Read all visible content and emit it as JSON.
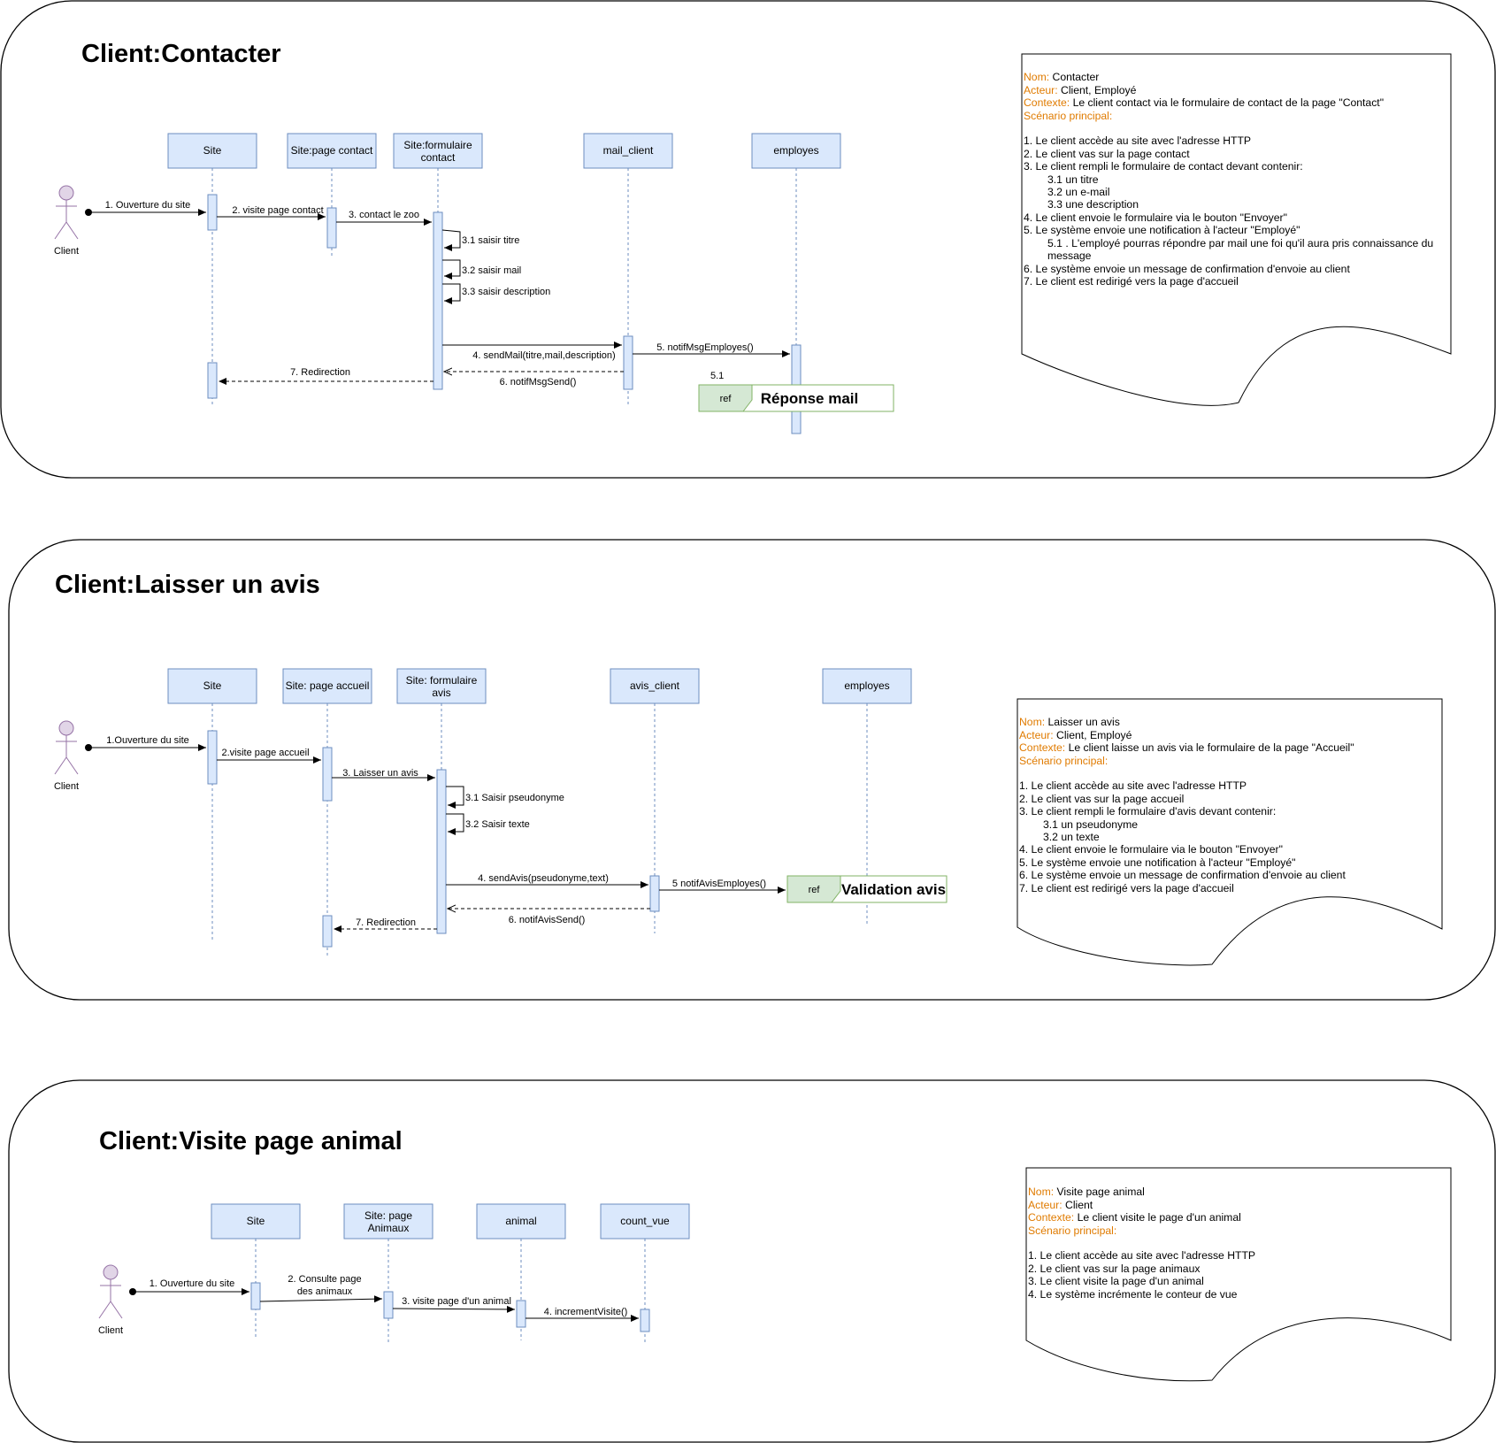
{
  "diagrams": [
    {
      "title": "Client:Contacter",
      "actor": "Client",
      "lifelines": [
        "Site",
        "Site:page contact",
        "Site:formulaire contact",
        "mail_client",
        "employes"
      ],
      "messages": [
        "1. Ouverture du site",
        "2. visite page contact",
        "3. contact le zoo",
        "3.1 saisir titre",
        "3.2 saisir mail",
        "3.3 saisir description",
        "4. sendMail(titre,mail,description)",
        "5. notifMsgEmployes()",
        "6. notifMsgSend()",
        "7. Redirection"
      ],
      "ref": {
        "step": "5.1",
        "tag": "ref",
        "name": "Réponse mail"
      },
      "note": {
        "nom_label": "Nom:",
        "nom": "Contacter",
        "acteur_label": "Acteur:",
        "acteur": "Client, Employé",
        "contexte_label": "Contexte:",
        "contexte": "Le client contact via le formulaire de contact de la page \"Contact\"",
        "scenario_label": "Scénario principal:",
        "steps": [
          "1. Le client accède au site avec l'adresse HTTP",
          "2. Le client vas sur la page contact",
          "3. Le client rempli le formulaire de contact devant contenir:",
          "3.1 un titre",
          "3.2 un e-mail",
          "3.3 une description",
          "4. Le client envoie le formulaire via le bouton \"Envoyer\"",
          "5. Le système envoie une notification à l'acteur \"Employé\"",
          "5.1 . L'employé pourras répondre par mail une foi qu'il aura pris connaissance du",
          "message",
          "6. Le système envoie un message de confirmation d'envoie au client",
          "7. Le client est redirigé vers la page d'accueil"
        ]
      }
    },
    {
      "title": "Client:Laisser un avis",
      "actor": "Client",
      "lifelines": [
        "Site",
        "Site: page accueil",
        "Site: formulaire avis",
        "avis_client",
        "employes"
      ],
      "messages": [
        "1.Ouverture du site",
        "2.visite page accueil",
        "3. Laisser un avis",
        "3.1 Saisir pseudonyme",
        "3.2 Saisir texte",
        "4. sendAvis(pseudonyme,text)",
        "5 notifAvisEmployes()",
        "6. notifAvisSend()",
        "7. Redirection"
      ],
      "ref": {
        "tag": "ref",
        "name": "Validation avis"
      },
      "note": {
        "nom_label": "Nom:",
        "nom": "Laisser un avis",
        "acteur_label": "Acteur:",
        "acteur": "Client, Employé",
        "contexte_label": "Contexte:",
        "contexte": "Le client laisse un avis via le formulaire de la page \"Accueil\"",
        "scenario_label": "Scénario principal:",
        "steps": [
          "1. Le client accède au site avec l'adresse HTTP",
          "2. Le client vas sur la page accueil",
          "3. Le client rempli le formulaire d'avis devant contenir:",
          "3.1 un pseudonyme",
          "3.2 un texte",
          "4. Le client envoie le formulaire via le bouton \"Envoyer\"",
          "5. Le système envoie une notification à l'acteur \"Employé\"",
          "6. Le système envoie un message de confirmation d'envoie au client",
          "7. Le client est redirigé vers la page d'accueil"
        ]
      }
    },
    {
      "title": "Client:Visite page animal",
      "actor": "Client",
      "lifelines": [
        "Site",
        "Site: page Animaux",
        "animal",
        "count_vue"
      ],
      "messages": [
        "1. Ouverture du site",
        "2. Consulte page des animaux",
        "3. visite page d'un animal",
        "4. incrementVisite()"
      ],
      "note": {
        "nom_label": "Nom:",
        "nom": "Visite page animal",
        "acteur_label": "Acteur:",
        "acteur": "Client",
        "contexte_label": "Contexte:",
        "contexte": "Le client visite le page d'un animal",
        "scenario_label": "Scénario principal:",
        "steps": [
          "1. Le client accède au site avec l'adresse HTTP",
          "2. Le client vas sur la page animaux",
          "3. Le client visite la page d'un animal",
          "4. Le système incrémente le conteur de vue"
        ]
      }
    }
  ],
  "colors": {
    "frame_stroke": "#000000",
    "lifeline_fill": "#dae8fc",
    "lifeline_stroke": "#6c8ebf",
    "actor_fill": "#e1d5e7",
    "actor_stroke": "#9673a6",
    "ref_fill": "#d5e8d4",
    "ref_stroke": "#82b366",
    "keyword": "#e07b00"
  }
}
